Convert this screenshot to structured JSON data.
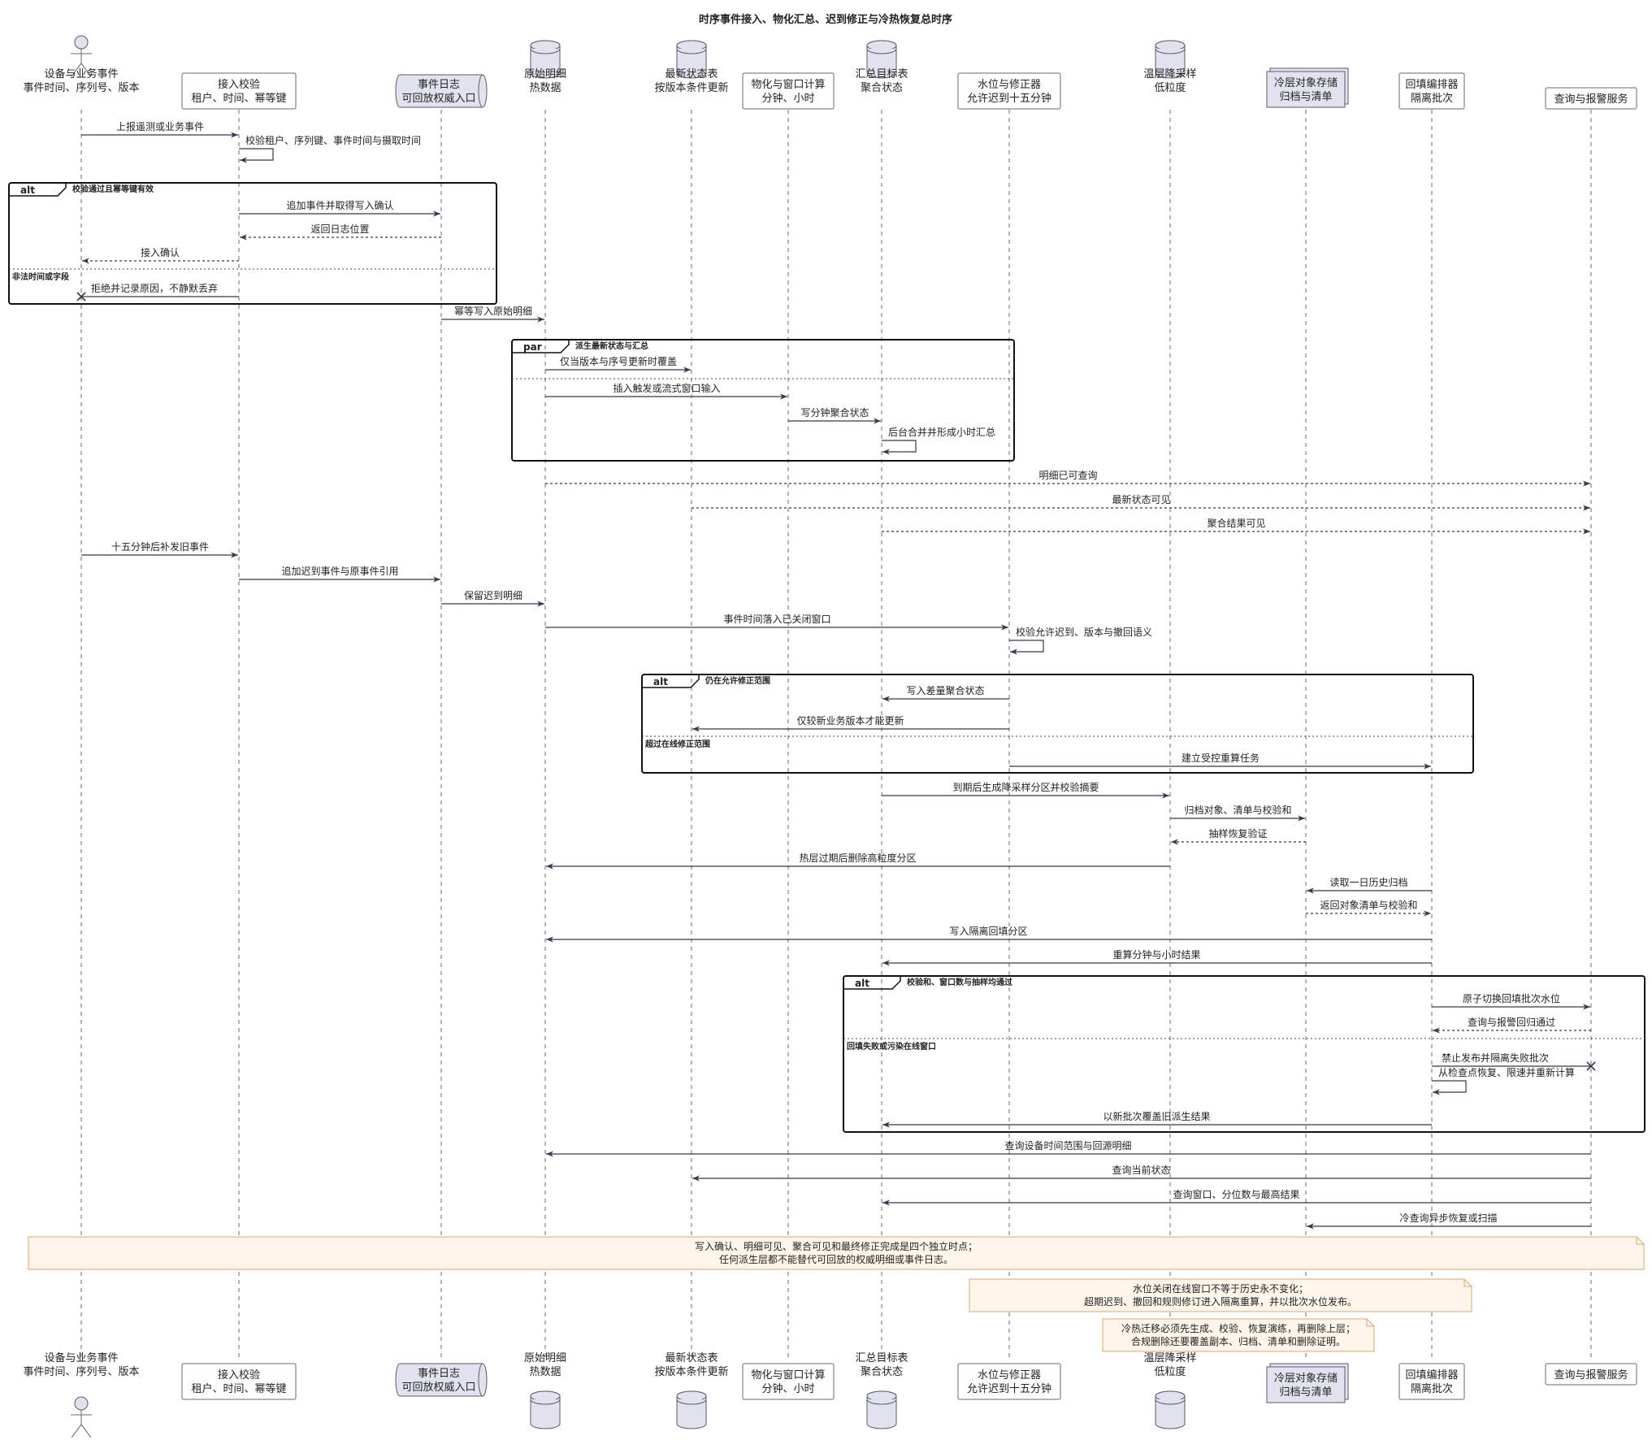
{
  "title": "时序事件接入、物化汇总、迟到修正与冷热恢复总时序",
  "participants": [
    {
      "id": "dev",
      "type": "actor",
      "lines": [
        "设备与业务事件",
        "事件时间、序列号、版本"
      ]
    },
    {
      "id": "ing",
      "type": "participant",
      "lines": [
        "接入校验",
        "租户、时间、幂等键"
      ]
    },
    {
      "id": "log",
      "type": "queue",
      "lines": [
        "事件日志",
        "可回放权威入口"
      ]
    },
    {
      "id": "raw",
      "type": "database",
      "lines": [
        "原始明细",
        "热数据"
      ]
    },
    {
      "id": "lat",
      "type": "database",
      "lines": [
        "最新状态表",
        "按版本条件更新"
      ]
    },
    {
      "id": "mat",
      "type": "participant",
      "lines": [
        "物化与窗口计算",
        "分钟、小时"
      ]
    },
    {
      "id": "agg",
      "type": "database",
      "lines": [
        "汇总目标表",
        "聚合状态"
      ]
    },
    {
      "id": "wm",
      "type": "participant",
      "lines": [
        "水位与修正器",
        "允许迟到十五分钟"
      ]
    },
    {
      "id": "warm",
      "type": "database",
      "lines": [
        "温层降采样",
        "低粒度"
      ]
    },
    {
      "id": "cold",
      "type": "collections",
      "lines": [
        "冷层对象存储",
        "归档与清单"
      ]
    },
    {
      "id": "bf",
      "type": "participant",
      "lines": [
        "回填编排器",
        "隔离批次"
      ]
    },
    {
      "id": "q",
      "type": "participant",
      "lines": [
        "查询与报警服务"
      ]
    }
  ],
  "messages": [
    {
      "from": "dev",
      "to": "ing",
      "label": "上报遥测或业务事件"
    },
    {
      "from": "ing",
      "to": "ing",
      "label": "校验租户、序列键、事件时间与摄取时间"
    },
    {
      "from": "ing",
      "to": "log",
      "label": "追加事件并取得写入确认"
    },
    {
      "from": "log",
      "to": "ing",
      "label": "返回日志位置",
      "style": "return"
    },
    {
      "from": "ing",
      "to": "dev",
      "label": "接入确认",
      "style": "return"
    },
    {
      "from": "ing",
      "to": "dev",
      "label": "拒绝并记录原因，不静默丢弃",
      "end": "cross"
    },
    {
      "from": "log",
      "to": "raw",
      "label": "幂等写入原始明细"
    },
    {
      "from": "raw",
      "to": "lat",
      "label": "仅当版本与序号更新时覆盖"
    },
    {
      "from": "raw",
      "to": "mat",
      "label": "插入触发或流式窗口输入"
    },
    {
      "from": "mat",
      "to": "agg",
      "label": "写分钟聚合状态"
    },
    {
      "from": "agg",
      "to": "agg",
      "label": "后台合并并形成小时汇总"
    },
    {
      "from": "raw",
      "to": "q",
      "label": "明细已可查询",
      "style": "return"
    },
    {
      "from": "lat",
      "to": "q",
      "label": "最新状态可见",
      "style": "return"
    },
    {
      "from": "agg",
      "to": "q",
      "label": "聚合结果可见",
      "style": "return"
    },
    {
      "from": "dev",
      "to": "ing",
      "label": "十五分钟后补发旧事件"
    },
    {
      "from": "ing",
      "to": "log",
      "label": "追加迟到事件与原事件引用"
    },
    {
      "from": "log",
      "to": "raw",
      "label": "保留迟到明细"
    },
    {
      "from": "raw",
      "to": "wm",
      "label": "事件时间落入已关闭窗口"
    },
    {
      "from": "wm",
      "to": "wm",
      "label": "校验允许迟到、版本与撤回语义"
    },
    {
      "from": "wm",
      "to": "agg",
      "label": "写入差量聚合状态"
    },
    {
      "from": "wm",
      "to": "lat",
      "label": "仅较新业务版本才能更新"
    },
    {
      "from": "wm",
      "to": "bf",
      "label": "建立受控重算任务"
    },
    {
      "from": "agg",
      "to": "warm",
      "label": "到期后生成降采样分区并校验摘要"
    },
    {
      "from": "warm",
      "to": "cold",
      "label": "归档对象、清单与校验和"
    },
    {
      "from": "cold",
      "to": "warm",
      "label": "抽样恢复验证",
      "style": "return"
    },
    {
      "from": "warm",
      "to": "raw",
      "label": "热层过期后删除高粒度分区"
    },
    {
      "from": "bf",
      "to": "cold",
      "label": "读取一日历史归档"
    },
    {
      "from": "cold",
      "to": "bf",
      "label": "返回对象清单与校验和",
      "style": "return"
    },
    {
      "from": "bf",
      "to": "raw",
      "label": "写入隔离回填分区"
    },
    {
      "from": "bf",
      "to": "agg",
      "label": "重算分钟与小时结果"
    },
    {
      "from": "bf",
      "to": "q",
      "label": "原子切换回填批次水位"
    },
    {
      "from": "q",
      "to": "bf",
      "label": "查询与报警回归通过",
      "style": "return"
    },
    {
      "from": "bf",
      "to": "q",
      "label": "禁止发布并隔离失败批次",
      "end": "cross"
    },
    {
      "from": "bf",
      "to": "bf",
      "label": "从检查点恢复、限速并重新计算"
    },
    {
      "from": "bf",
      "to": "agg",
      "label": "以新批次覆盖旧派生结果"
    },
    {
      "from": "q",
      "to": "raw",
      "label": "查询设备时间范围与回源明细"
    },
    {
      "from": "q",
      "to": "lat",
      "label": "查询当前状态"
    },
    {
      "from": "q",
      "to": "agg",
      "label": "查询窗口、分位数与最高结果"
    },
    {
      "from": "q",
      "to": "cold",
      "label": "冷查询异步恢复或扫描"
    }
  ],
  "fragments": [
    {
      "tag": "alt",
      "conditions": [
        "校验通过且幂等键有效",
        "非法时间或字段"
      ]
    },
    {
      "tag": "par",
      "conditions": [
        "派生最新状态与汇总"
      ]
    },
    {
      "tag": "alt",
      "conditions": [
        "仍在允许修正范围",
        "超过在线修正范围"
      ]
    },
    {
      "tag": "alt",
      "conditions": [
        "校验和、窗口数与抽样均通过",
        "回填失败或污染在线窗口"
      ]
    }
  ],
  "notes": [
    {
      "lines": [
        "写入确认、明细可见、聚合可见和最终修正完成是四个独立时点；",
        "任何派生层都不能替代可回放的权威明细或事件日志。"
      ]
    },
    {
      "lines": [
        "水位关闭在线窗口不等于历史永不变化；",
        "超期迟到、撤回和规则修订进入隔离重算，并以批次水位发布。"
      ]
    },
    {
      "lines": [
        "冷热迁移必须先生成、校验、恢复演练，再删除上层；",
        "合规删除还要覆盖副本、归档、清单和删除证明。"
      ]
    }
  ],
  "colors": {
    "arrow": "#2f3b52",
    "participant_fill": "#fefefe",
    "shape_fill": "#e2e2ef",
    "note_fill": "#fff5ea",
    "note_border": "#e0a570"
  }
}
